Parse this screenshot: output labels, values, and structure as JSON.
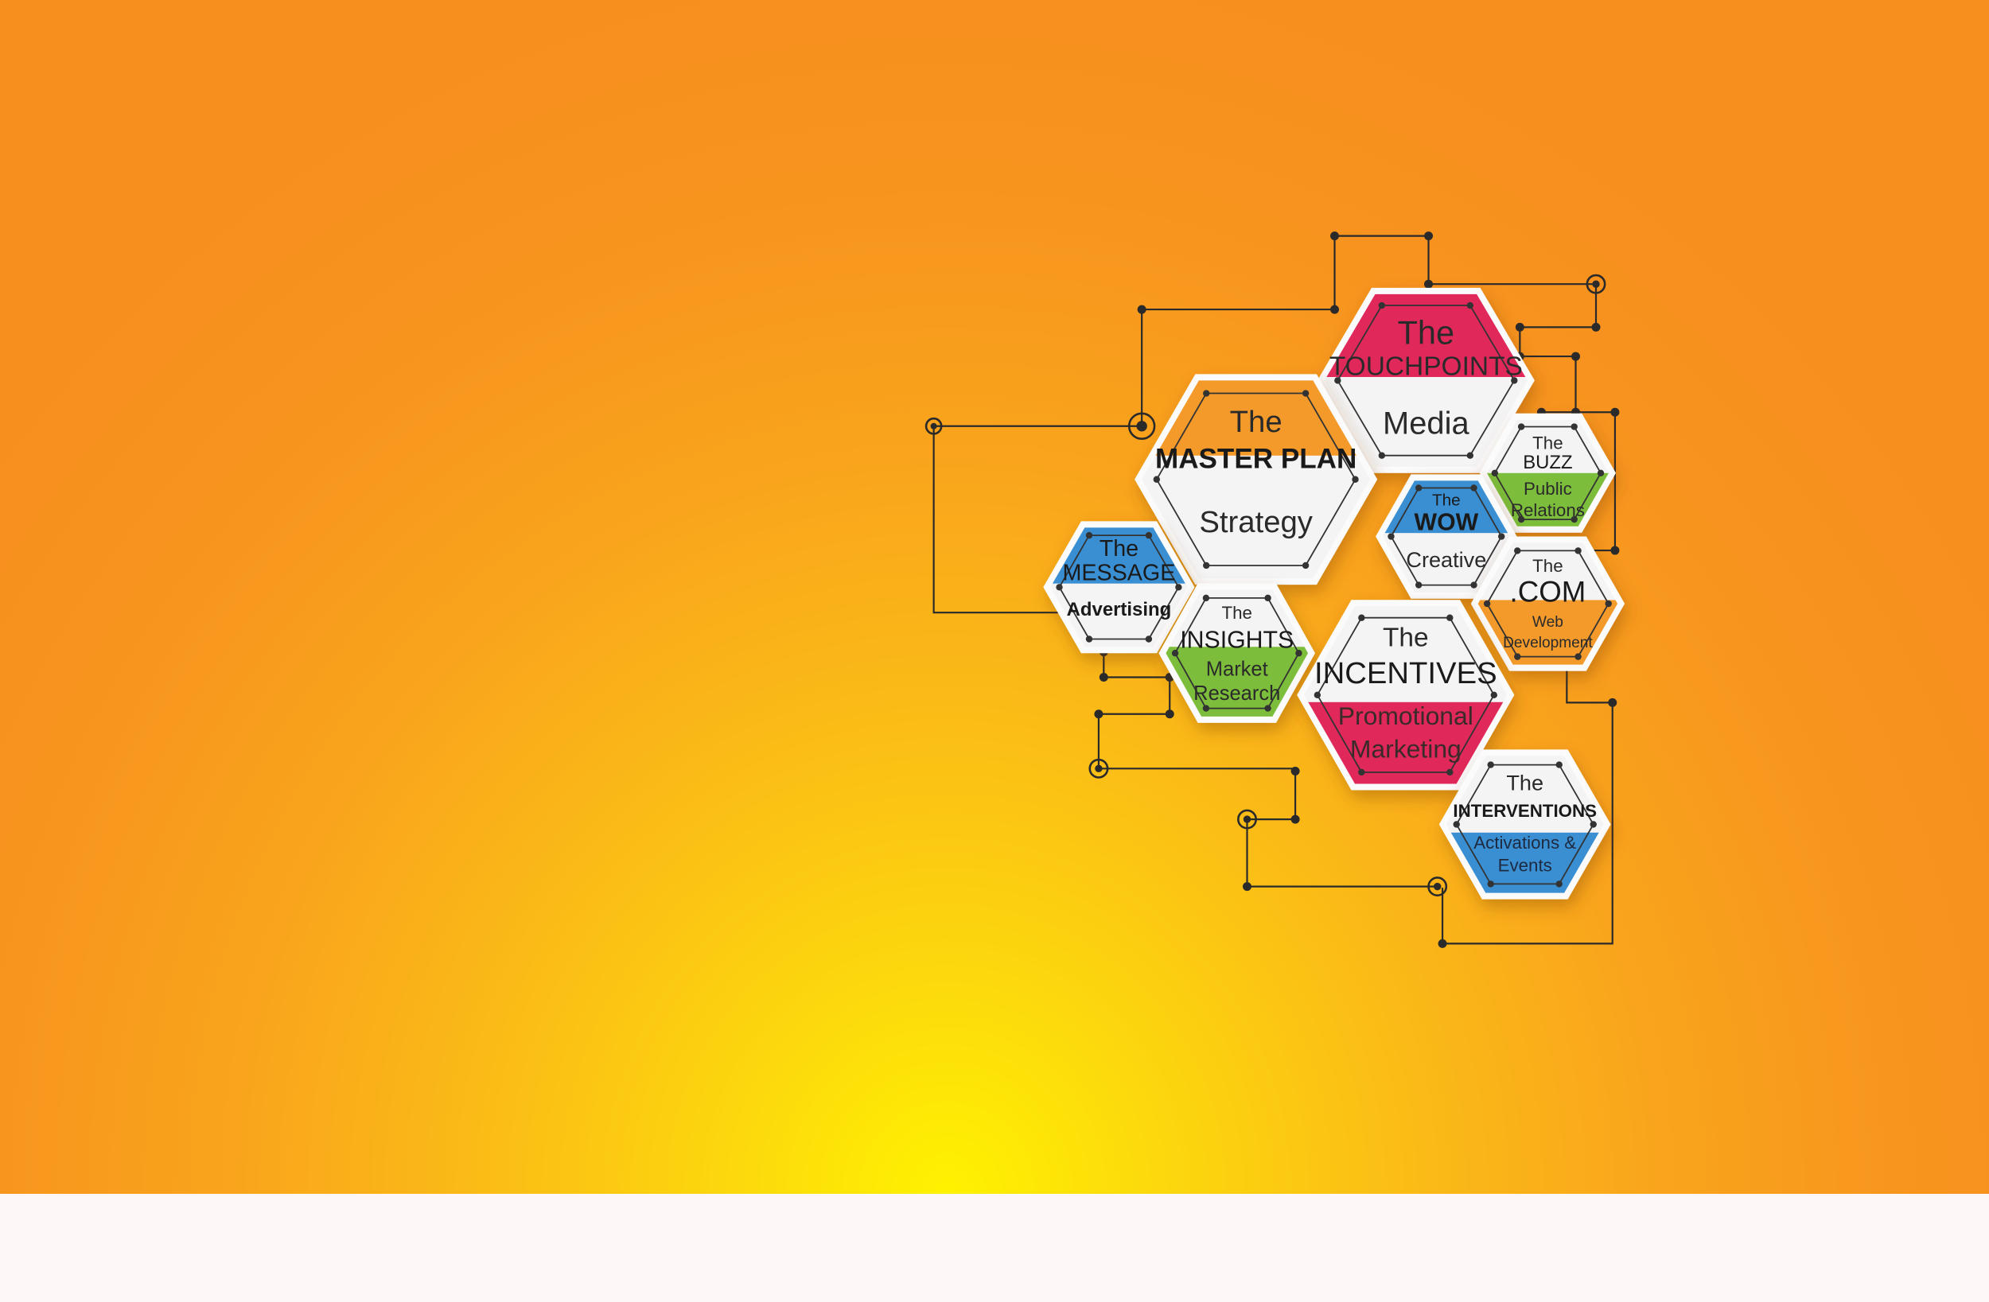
{
  "colors": {
    "pink": "#e0295a",
    "orange": "#f39a2b",
    "blue": "#3a8fd3",
    "green": "#7cbe3b",
    "white": "#f4f4f4",
    "line": "#2a2a2a",
    "text_dark": "#1f1f1f"
  },
  "hexes": [
    {
      "id": "touchpoints",
      "top_color": "pink",
      "bottom_color": "white",
      "lines": [
        {
          "text": "The",
          "color": "#2a2a2a",
          "weight": "normal"
        },
        {
          "text": "TOUCHPOINTS",
          "color": "#2a2a2a",
          "weight": "normal"
        },
        {
          "text": "Media",
          "color": "#2a2a2a",
          "weight": "normal"
        }
      ]
    },
    {
      "id": "master-plan",
      "top_color": "orange",
      "bottom_color": "white",
      "lines": [
        {
          "text": "The",
          "color": "#2a2a2a",
          "weight": "normal"
        },
        {
          "text": "MASTER PLAN",
          "color": "#1a1a1a",
          "weight": "bold"
        },
        {
          "text": "Strategy",
          "color": "#2a2a2a",
          "weight": "normal"
        }
      ]
    },
    {
      "id": "buzz",
      "top_color": "white",
      "bottom_color": "green",
      "lines": [
        {
          "text": "The",
          "color": "#2a2a2a",
          "weight": "normal"
        },
        {
          "text": "BUZZ",
          "color": "#1a1a1a",
          "weight": "normal"
        },
        {
          "text": "Public",
          "color": "#2a2a2a",
          "weight": "normal"
        },
        {
          "text": "Relations",
          "color": "#2a2a2a",
          "weight": "normal"
        }
      ]
    },
    {
      "id": "wow",
      "top_color": "blue",
      "bottom_color": "white",
      "lines": [
        {
          "text": "The",
          "color": "#1a1a1a",
          "weight": "normal"
        },
        {
          "text": "WOW",
          "color": "#1a1a1a",
          "weight": "bold"
        },
        {
          "text": "Creative",
          "color": "#2a2a2a",
          "weight": "normal"
        }
      ]
    },
    {
      "id": "message",
      "top_color": "blue",
      "bottom_color": "white",
      "lines": [
        {
          "text": "The",
          "color": "#1a1a1a",
          "weight": "normal"
        },
        {
          "text": "MESSAGE",
          "color": "#1a1a1a",
          "weight": "normal"
        },
        {
          "text": "Advertising",
          "color": "#1a1a1a",
          "weight": "bold"
        }
      ]
    },
    {
      "id": "com",
      "top_color": "white",
      "bottom_color": "orange",
      "lines": [
        {
          "text": "The",
          "color": "#2a2a2a",
          "weight": "normal"
        },
        {
          "text": ".COM",
          "color": "#1a1a1a",
          "weight": "normal"
        },
        {
          "text": "Web",
          "color": "#2a2a2a",
          "weight": "normal"
        },
        {
          "text": "Development",
          "color": "#2a2a2a",
          "weight": "normal"
        }
      ]
    },
    {
      "id": "insights",
      "top_color": "white",
      "bottom_color": "green",
      "lines": [
        {
          "text": "The",
          "color": "#2a2a2a",
          "weight": "normal"
        },
        {
          "text": "INSIGHTS",
          "color": "#1a1a1a",
          "weight": "normal"
        },
        {
          "text": "Market",
          "color": "#2a2a2a",
          "weight": "normal"
        },
        {
          "text": "Research",
          "color": "#2a2a2a",
          "weight": "normal"
        }
      ]
    },
    {
      "id": "incentives",
      "top_color": "white",
      "bottom_color": "pink",
      "lines": [
        {
          "text": "The",
          "color": "#2a2a2a",
          "weight": "normal"
        },
        {
          "text": "INCENTIVES",
          "color": "#1a1a1a",
          "weight": "normal"
        },
        {
          "text": "Promotional",
          "color": "#3a2a2a",
          "weight": "normal"
        },
        {
          "text": "Marketing",
          "color": "#3a2a2a",
          "weight": "normal"
        }
      ]
    },
    {
      "id": "interventions",
      "top_color": "white",
      "bottom_color": "blue",
      "lines": [
        {
          "text": "The",
          "color": "#2a2a2a",
          "weight": "normal"
        },
        {
          "text": "INTERVENTIONS",
          "color": "#1a1a1a",
          "weight": "bold"
        },
        {
          "text": "Activations &",
          "color": "#1e2a40",
          "weight": "normal"
        },
        {
          "text": "Events",
          "color": "#1e2a40",
          "weight": "normal"
        }
      ]
    }
  ]
}
